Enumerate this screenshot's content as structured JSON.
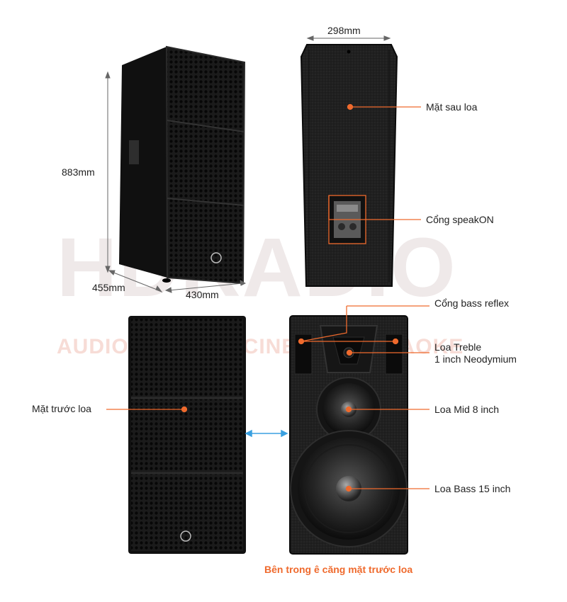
{
  "watermark": {
    "main": "HDRADIO",
    "sub": "AUDIO - MUSIC - CINEMA - KARAOKE"
  },
  "dimensions": {
    "height": "883mm",
    "depth": "455mm",
    "width": "430mm",
    "back_width": "298mm"
  },
  "callouts": {
    "rear": "Mặt sau loa",
    "speakon": "Cổng speakON",
    "bass_reflex": "Cổng bass reflex",
    "treble_line1": "Loa Treble",
    "treble_line2": "1 inch Neodymium",
    "front": "Mặt trước loa",
    "mid": "Loa Mid 8 inch",
    "bass": "Loa Bass 15 inch"
  },
  "caption": "Bên trong ê căng mặt trước loa",
  "colors": {
    "accent": "#ef6a2d",
    "arrow": "#3aa0e0",
    "cabinet": "#1a1a1a"
  }
}
